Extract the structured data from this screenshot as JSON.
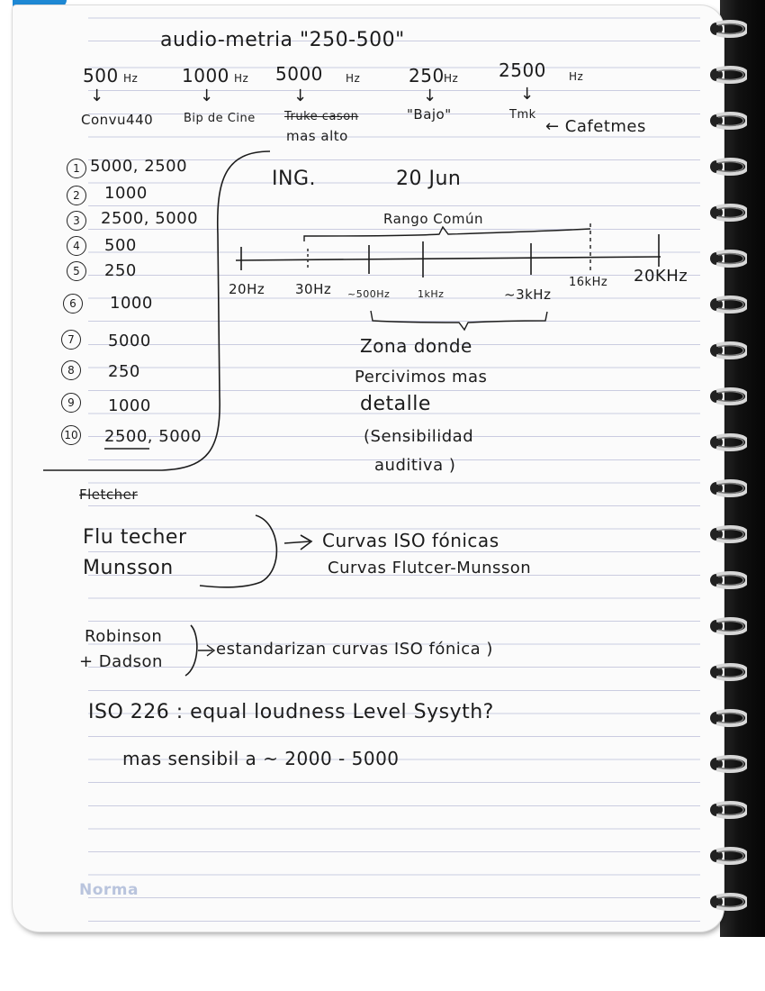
{
  "header": {
    "title": "audio-metria \"250-500\""
  },
  "frequencies": [
    {
      "value": "500",
      "unit": "Hz",
      "desc": "Convu440"
    },
    {
      "value": "1000",
      "unit": "Hz",
      "desc": "Bip de Cine"
    },
    {
      "value": "5000",
      "unit": "Hz",
      "desc_struck": "Truke cason",
      "desc": "mas alto"
    },
    {
      "value": "250",
      "unit": "Hz",
      "desc": "\"Bajo\""
    },
    {
      "value": "2500",
      "unit": "Hz",
      "desc": "Tmk",
      "desc_extra": "← Cafetmes"
    }
  ],
  "sequence": [
    {
      "n": "1",
      "value": "5000, 2500"
    },
    {
      "n": "2",
      "value": "1000"
    },
    {
      "n": "3",
      "value": "2500, 5000"
    },
    {
      "n": "4",
      "value": "500"
    },
    {
      "n": "5",
      "value": "250"
    },
    {
      "n": "6",
      "value": "1000"
    },
    {
      "n": "7",
      "value": "5000"
    },
    {
      "n": "8",
      "value": "250"
    },
    {
      "n": "9",
      "value": "1000"
    },
    {
      "n": "10",
      "value": "2500, 5000"
    }
  ],
  "ing_block": {
    "label": "ING.",
    "date": "20 Jun",
    "range_label": "Rango Común",
    "axis_ticks": [
      "20Hz",
      "30Hz",
      "~500Hz",
      "1kHz",
      "~3kHz",
      "16kHz",
      "20KHz"
    ],
    "zone_lines": [
      "Zona donde",
      "Percivimos mas",
      "detalle",
      "(Sensibilidad",
      "auditiva )"
    ]
  },
  "fletcher": {
    "struck_word": "Fletcher",
    "line1": "Flu techer",
    "line2": "Munsson",
    "result1": "Curvas ISO fónicas",
    "result2": "Curvas Flutcer-Munsson"
  },
  "robinson": {
    "line1": "Robinson",
    "line2": "+ Dadson",
    "result": "estandarizan curvas ISO fónica )"
  },
  "iso": {
    "text": "ISO 226 : equal loudness Level Sysyth?"
  },
  "sensitivity": {
    "text": "mas sensibil a ~ 2000 - 5000"
  },
  "brand": {
    "name": "Norma"
  }
}
